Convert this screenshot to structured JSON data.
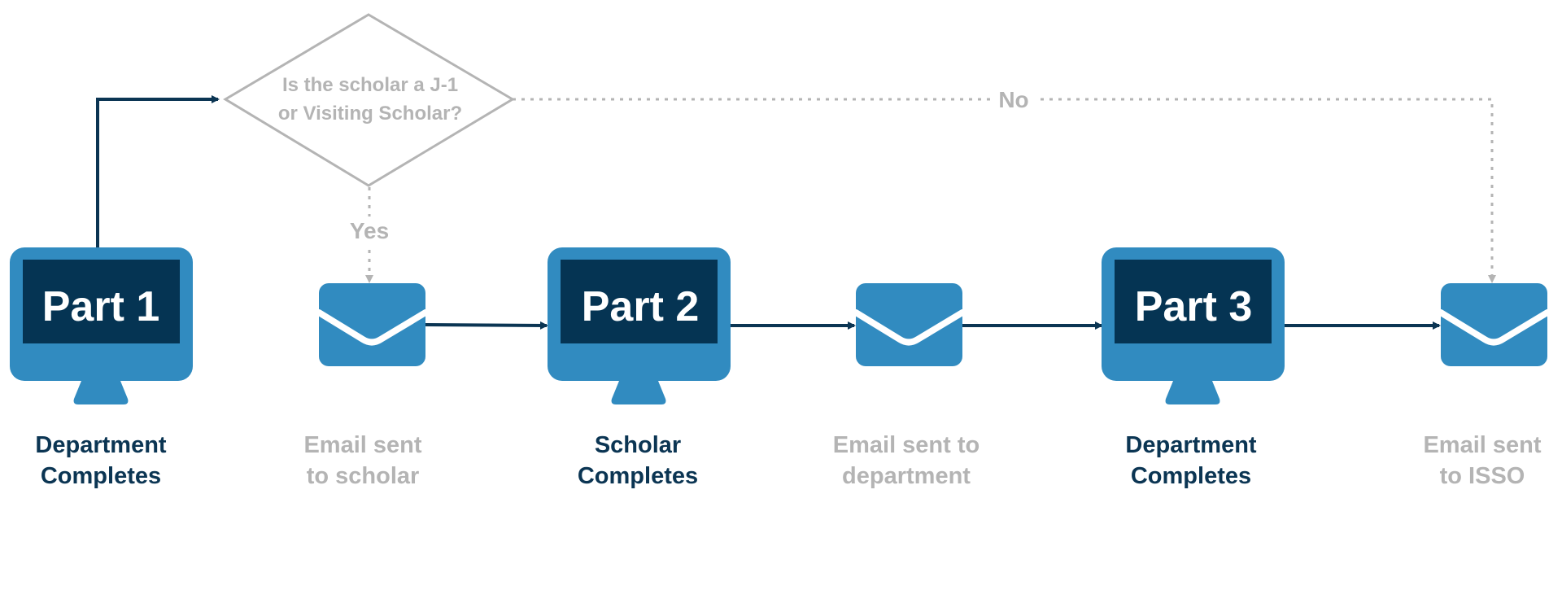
{
  "decision": {
    "question_line1": "Is the scholar a J-1",
    "question_line2": "or Visiting Scholar?",
    "yes_label": "Yes",
    "no_label": "No"
  },
  "steps": [
    {
      "kind": "monitor",
      "screen_text": "Part 1",
      "label_line1": "Department",
      "label_line2": "Completes"
    },
    {
      "kind": "email",
      "label_line1": "Email sent",
      "label_line2": "to scholar"
    },
    {
      "kind": "monitor",
      "screen_text": "Part 2",
      "label_line1": "Scholar",
      "label_line2": "Completes"
    },
    {
      "kind": "email",
      "label_line1": "Email sent to",
      "label_line2": "department"
    },
    {
      "kind": "monitor",
      "screen_text": "Part 3",
      "label_line1": "Department",
      "label_line2": "Completes"
    },
    {
      "kind": "email",
      "label_line1": "Email sent",
      "label_line2": "to ISSO"
    }
  ],
  "colors": {
    "monitor_body": "#318bc0",
    "monitor_screen": "#053453",
    "envelope": "#318bc0",
    "arrow_dark": "#0b3553",
    "arrow_grey": "#b4b4b4",
    "label_dark": "#0b3553",
    "label_light": "#b4b4b4"
  }
}
